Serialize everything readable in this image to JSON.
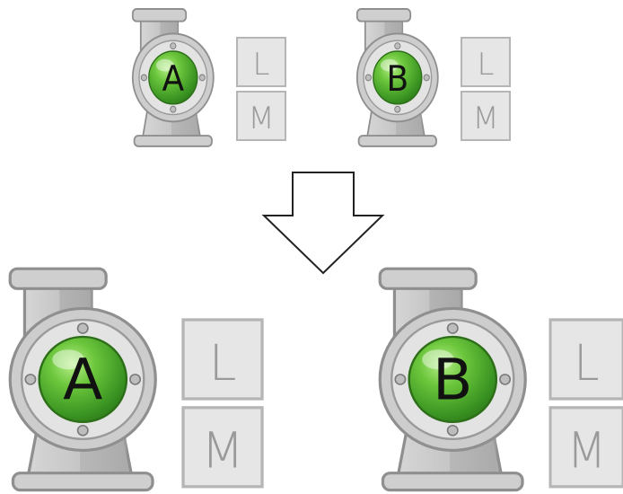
{
  "pumps": [
    {
      "id": "top-a",
      "label": "A",
      "modes": [
        "L",
        "M"
      ]
    },
    {
      "id": "top-b",
      "label": "B",
      "modes": [
        "L",
        "M"
      ]
    },
    {
      "id": "bottom-a",
      "label": "A",
      "modes": [
        "L",
        "M"
      ]
    },
    {
      "id": "bottom-b",
      "label": "B",
      "modes": [
        "L",
        "M"
      ]
    }
  ],
  "colors": {
    "pump_body": "#c9c9c9",
    "pump_outline": "#8f8f8f",
    "pump_shadow": "#a8a8a8",
    "impeller_green": "#4caf2a",
    "mode_box_fill": "#e6e6e6",
    "mode_box_stroke": "#b5b5b5",
    "mode_letter": "#9a9a9a",
    "arrow_stroke": "#222222"
  }
}
